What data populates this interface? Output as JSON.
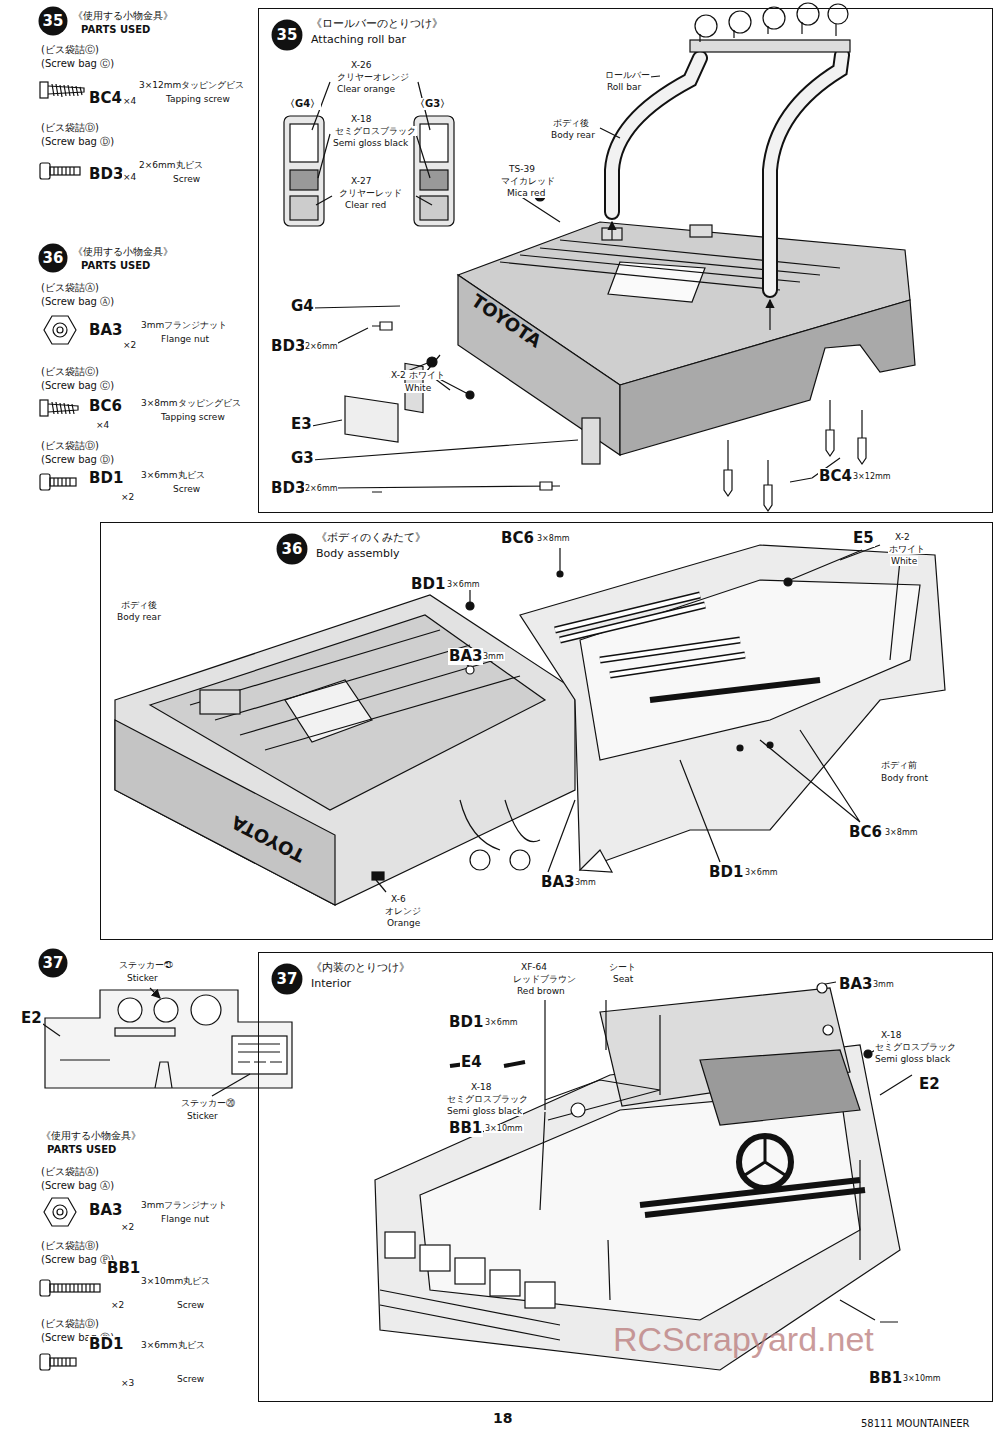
{
  "diagram": {
    "nodes": [
      {
        "text": [
          "35"
        ]
      },
      {
        "text": [
          "《ロールバーのとりつけ》",
          "Attaching roll bar"
        ]
      },
      {
        "text": [
          "35"
        ],
        "in": 1
      },
      {
        "text": [
          "36"
        ]
      },
      {
        "text": [
          "《ボディのくみたて》",
          "Body assembly"
        ]
      },
      {
        "text": [
          "36"
        ],
        "in": 4
      },
      {
        "text": [
          "37"
        ]
      },
      {
        "text": [
          "《内装のとりつけ》",
          "Interior"
        ]
      },
      {
        "text": [
          "37"
        ],
        "in": 7
      }
    ],
    "labels": [
      "《使用する小物金具》",
      "PARTS USED",
      "(ビス袋詰Ⓒ)",
      "(Screw bag Ⓒ)",
      "BC4",
      "×4",
      "3×12mmタッピングビス",
      "Tapping screw",
      "(ビス袋詰Ⓓ)",
      "(Screw bag Ⓓ)",
      "BD3",
      "×4",
      "2×6mm丸ビス",
      "Screw",
      "《使用する小物金具》",
      "PARTS USED",
      "(ビス袋詰Ⓐ)",
      "(Screw bag Ⓐ)",
      "BA3",
      "×2",
      "3mmフランジナット",
      "Flange nut",
      "(ビス袋詰Ⓒ)",
      "(Screw bag Ⓒ)",
      "BC6",
      "×4",
      "3×8mmタッピングビス",
      "Tapping screw",
      "(ビス袋詰Ⓓ)",
      "(Screw bag Ⓓ)",
      "BD1",
      "×2",
      "3×6mm丸ビス",
      "Screw",
      "E2",
      "ステッカー㉑",
      "Sticker",
      "ステッカー⑳",
      "Sticker",
      "《使用する小物金具》",
      "PARTS USED",
      "(ビス袋詰Ⓐ)",
      "(Screw bag Ⓐ)",
      "BA3",
      "×2",
      "3mmフランジナット",
      "Flange nut",
      "(ビス袋詰Ⓑ)",
      "(Screw bag Ⓑ)",
      "BB1",
      "×2",
      "3×10mm丸ビス",
      "Screw",
      "(ビス袋詰Ⓓ)",
      "(Screw bag Ⓓ)",
      "BD1",
      "×3",
      "3×6mm丸ビス",
      "Screw",
      "〈G4〉",
      "X-26",
      "クリヤーオレンジ",
      "Clear orange",
      "〈G3〉",
      "X-18",
      "セミグロスブラック",
      "Semi gloss black",
      "X-27",
      "クリヤーレッド",
      "Clear red",
      "ロールバー",
      "Roll bar",
      "ボディ後",
      "Body rear",
      "TS-39",
      "マイカレッド",
      "Mica red",
      "G4",
      "BD3",
      "2×6mm",
      "X-2 ホワイト",
      "White",
      "E3",
      "G3",
      "BD3",
      "2×6mm",
      "BC4",
      "3×12mm",
      "TOYOTA",
      "BC6",
      "3×8mm",
      "E5",
      "X-2",
      "ホワイト",
      "White",
      "BD1",
      "3×6mm",
      "ボディ後",
      "Body rear",
      "BA3",
      "3mm",
      "ボディ前",
      "Body front",
      "BC6",
      "3×8mm",
      "BD1",
      "3×6mm",
      "BA3",
      "3mm",
      "X-6",
      "オレンジ",
      "Orange",
      "TOYOTA",
      "XF-64",
      "レッドブラウン",
      "Red brown",
      "シート",
      "Seat",
      "BA3",
      "3mm",
      "BD1",
      "3×6mm",
      "E4",
      "X-18",
      "セミグロスブラック",
      "Semi gloss black",
      "X-18",
      "セミグロスブラック",
      "Semi gloss black",
      "E2",
      "BB1",
      "3×10mm",
      "BB1",
      "3×10mm",
      "18",
      "58111 MOUNTAINEER",
      "RCScrapyard.net"
    ]
  }
}
